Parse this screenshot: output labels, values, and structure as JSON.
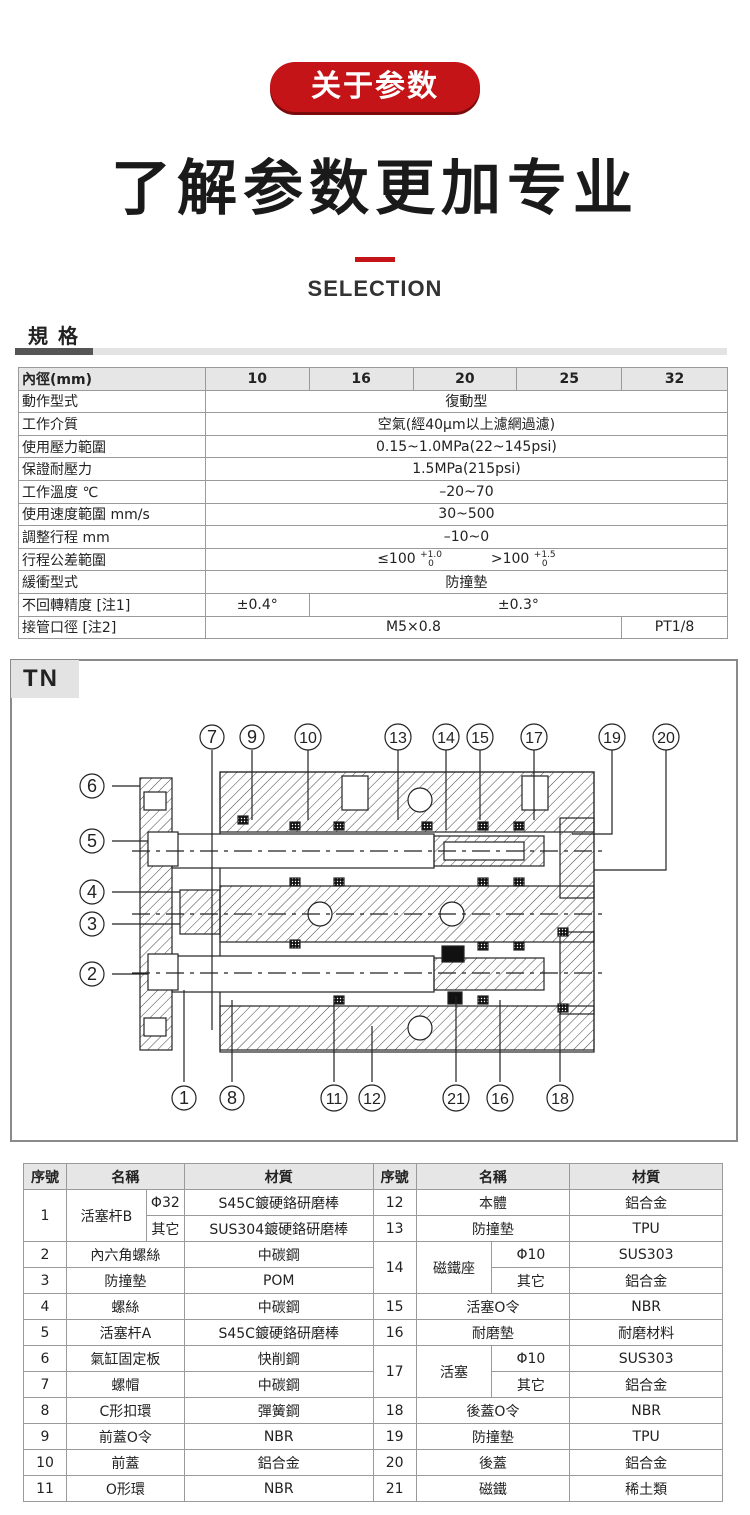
{
  "header": {
    "badge": "关于参数",
    "headline": "了解参数更加专业",
    "subheading": "SELECTION"
  },
  "spec": {
    "title": "規格",
    "head": [
      "內徑(mm)",
      "10",
      "16",
      "20",
      "25",
      "32"
    ],
    "rows": [
      {
        "label": "動作型式",
        "value": "復動型"
      },
      {
        "label": "工作介質",
        "value": "空氣(經40μm以上濾網過濾)"
      },
      {
        "label": "使用壓力範圍",
        "value": "0.15~1.0MPa(22~145psi)"
      },
      {
        "label": "保證耐壓力",
        "value": "1.5MPa(215psi)"
      },
      {
        "label": "工作溫度 ℃",
        "value": "–20~70"
      },
      {
        "label": "使用速度範圍 mm/s",
        "value": "30~500"
      },
      {
        "label": "調整行程 mm",
        "value": "–10~0"
      },
      {
        "label": "行程公差範圍",
        "left": "≤100",
        "right": ">100",
        "tol_left_up": "+1.0",
        "tol_left_down": "0",
        "tol_right_up": "+1.5",
        "tol_right_down": "0"
      },
      {
        "label": "緩衝型式",
        "value": "防撞墊"
      },
      {
        "label": "不回轉精度 [注1]",
        "first": "±0.4°",
        "rest": "±0.3°"
      },
      {
        "label": "接管口徑 [注2]",
        "first": "M5×0.8",
        "last": "PT1/8"
      }
    ]
  },
  "diagram": {
    "label": "TN",
    "callouts": [
      "1",
      "2",
      "3",
      "4",
      "5",
      "6",
      "7",
      "8",
      "9",
      "10",
      "11",
      "12",
      "13",
      "14",
      "15",
      "16",
      "17",
      "18",
      "19",
      "20",
      "21"
    ]
  },
  "parts": {
    "head": [
      "序號",
      "名稱",
      "材質",
      "序號",
      "名稱",
      "材質"
    ],
    "r1": {
      "no": "1",
      "name": "活塞杆B",
      "sub1": "Φ32",
      "mat1": "S45C鍍硬鉻研磨棒",
      "sub2": "其它",
      "mat2": "SUS304鍍硬鉻研磨棒",
      "no12": "12",
      "name12": "本體",
      "mat12": "鋁合金",
      "no13": "13",
      "name13": "防撞墊",
      "mat13": "TPU"
    },
    "r2": {
      "no": "2",
      "name": "內六角螺絲",
      "mat": "中碳鋼",
      "no14": "14",
      "name14": "磁鐵座",
      "sub1": "Φ10",
      "mat1": "SUS303"
    },
    "r3": {
      "no": "3",
      "name": "防撞墊",
      "mat": "POM",
      "sub2": "其它",
      "mat2": "鋁合金"
    },
    "r4": {
      "no": "4",
      "name": "螺絲",
      "mat": "中碳鋼",
      "no2": "15",
      "name2": "活塞O令",
      "mat2": "NBR"
    },
    "r5": {
      "no": "5",
      "name": "活塞杆A",
      "mat": "S45C鍍硬鉻研磨棒",
      "no2": "16",
      "name2": "耐磨墊",
      "mat2": "耐磨材料"
    },
    "r6": {
      "no": "6",
      "name": "氣缸固定板",
      "mat": "快削鋼",
      "no17": "17",
      "name17": "活塞",
      "sub1": "Φ10",
      "mat1": "SUS303"
    },
    "r7": {
      "no": "7",
      "name": "螺帽",
      "mat": "中碳鋼",
      "sub2": "其它",
      "mat2": "鋁合金"
    },
    "r8": {
      "no": "8",
      "name": "C形扣環",
      "mat": "彈簧鋼",
      "no2": "18",
      "name2": "後蓋O令",
      "mat2": "NBR"
    },
    "r9": {
      "no": "9",
      "name": "前蓋O令",
      "mat": "NBR",
      "no2": "19",
      "name2": "防撞墊",
      "mat2": "TPU"
    },
    "r10": {
      "no": "10",
      "name": "前蓋",
      "mat": "鋁合金",
      "no2": "20",
      "name2": "後蓋",
      "mat2": "鋁合金"
    },
    "r11": {
      "no": "11",
      "name": "O形環",
      "mat": "NBR",
      "no2": "21",
      "name2": "磁鐵",
      "mat2": "稀土類"
    }
  }
}
